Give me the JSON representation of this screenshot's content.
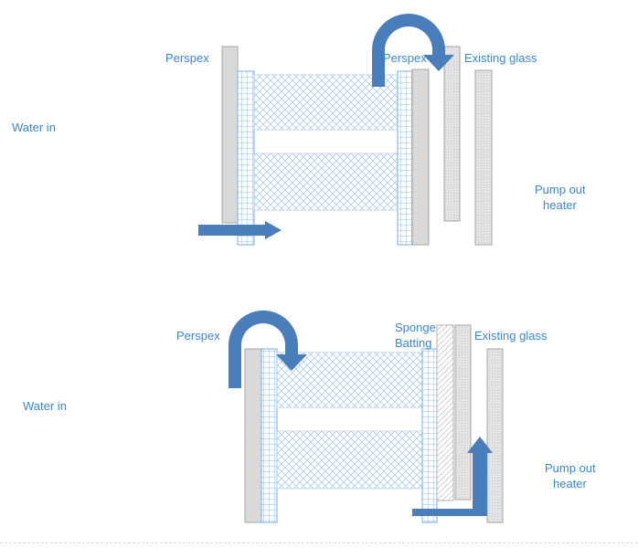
{
  "diagram1": {
    "labels": {
      "perspex_left": "Perspex",
      "perspex_right": "Perspex",
      "existing_glass": "Existing glass",
      "water_in": "Water in",
      "pump_out_line1": "Pump out",
      "pump_out_line2": "heater"
    }
  },
  "diagram2": {
    "labels": {
      "perspex": "Perspex",
      "sponge_line1": "Sponge",
      "sponge_line2": "Batting",
      "existing_glass": "Existing glass",
      "water_in": "Water in",
      "pump_out_line1": "Pump out",
      "pump_out_line2": "heater"
    }
  },
  "colors": {
    "label_text": "#3d86c6",
    "arrow_fill": "#4a7ebb",
    "grid_line": "#7aaee0",
    "crosshatch_line": "#9dc3e6",
    "panel_fill": "#d9d9d9",
    "panel_border": "#a6a6a6"
  }
}
